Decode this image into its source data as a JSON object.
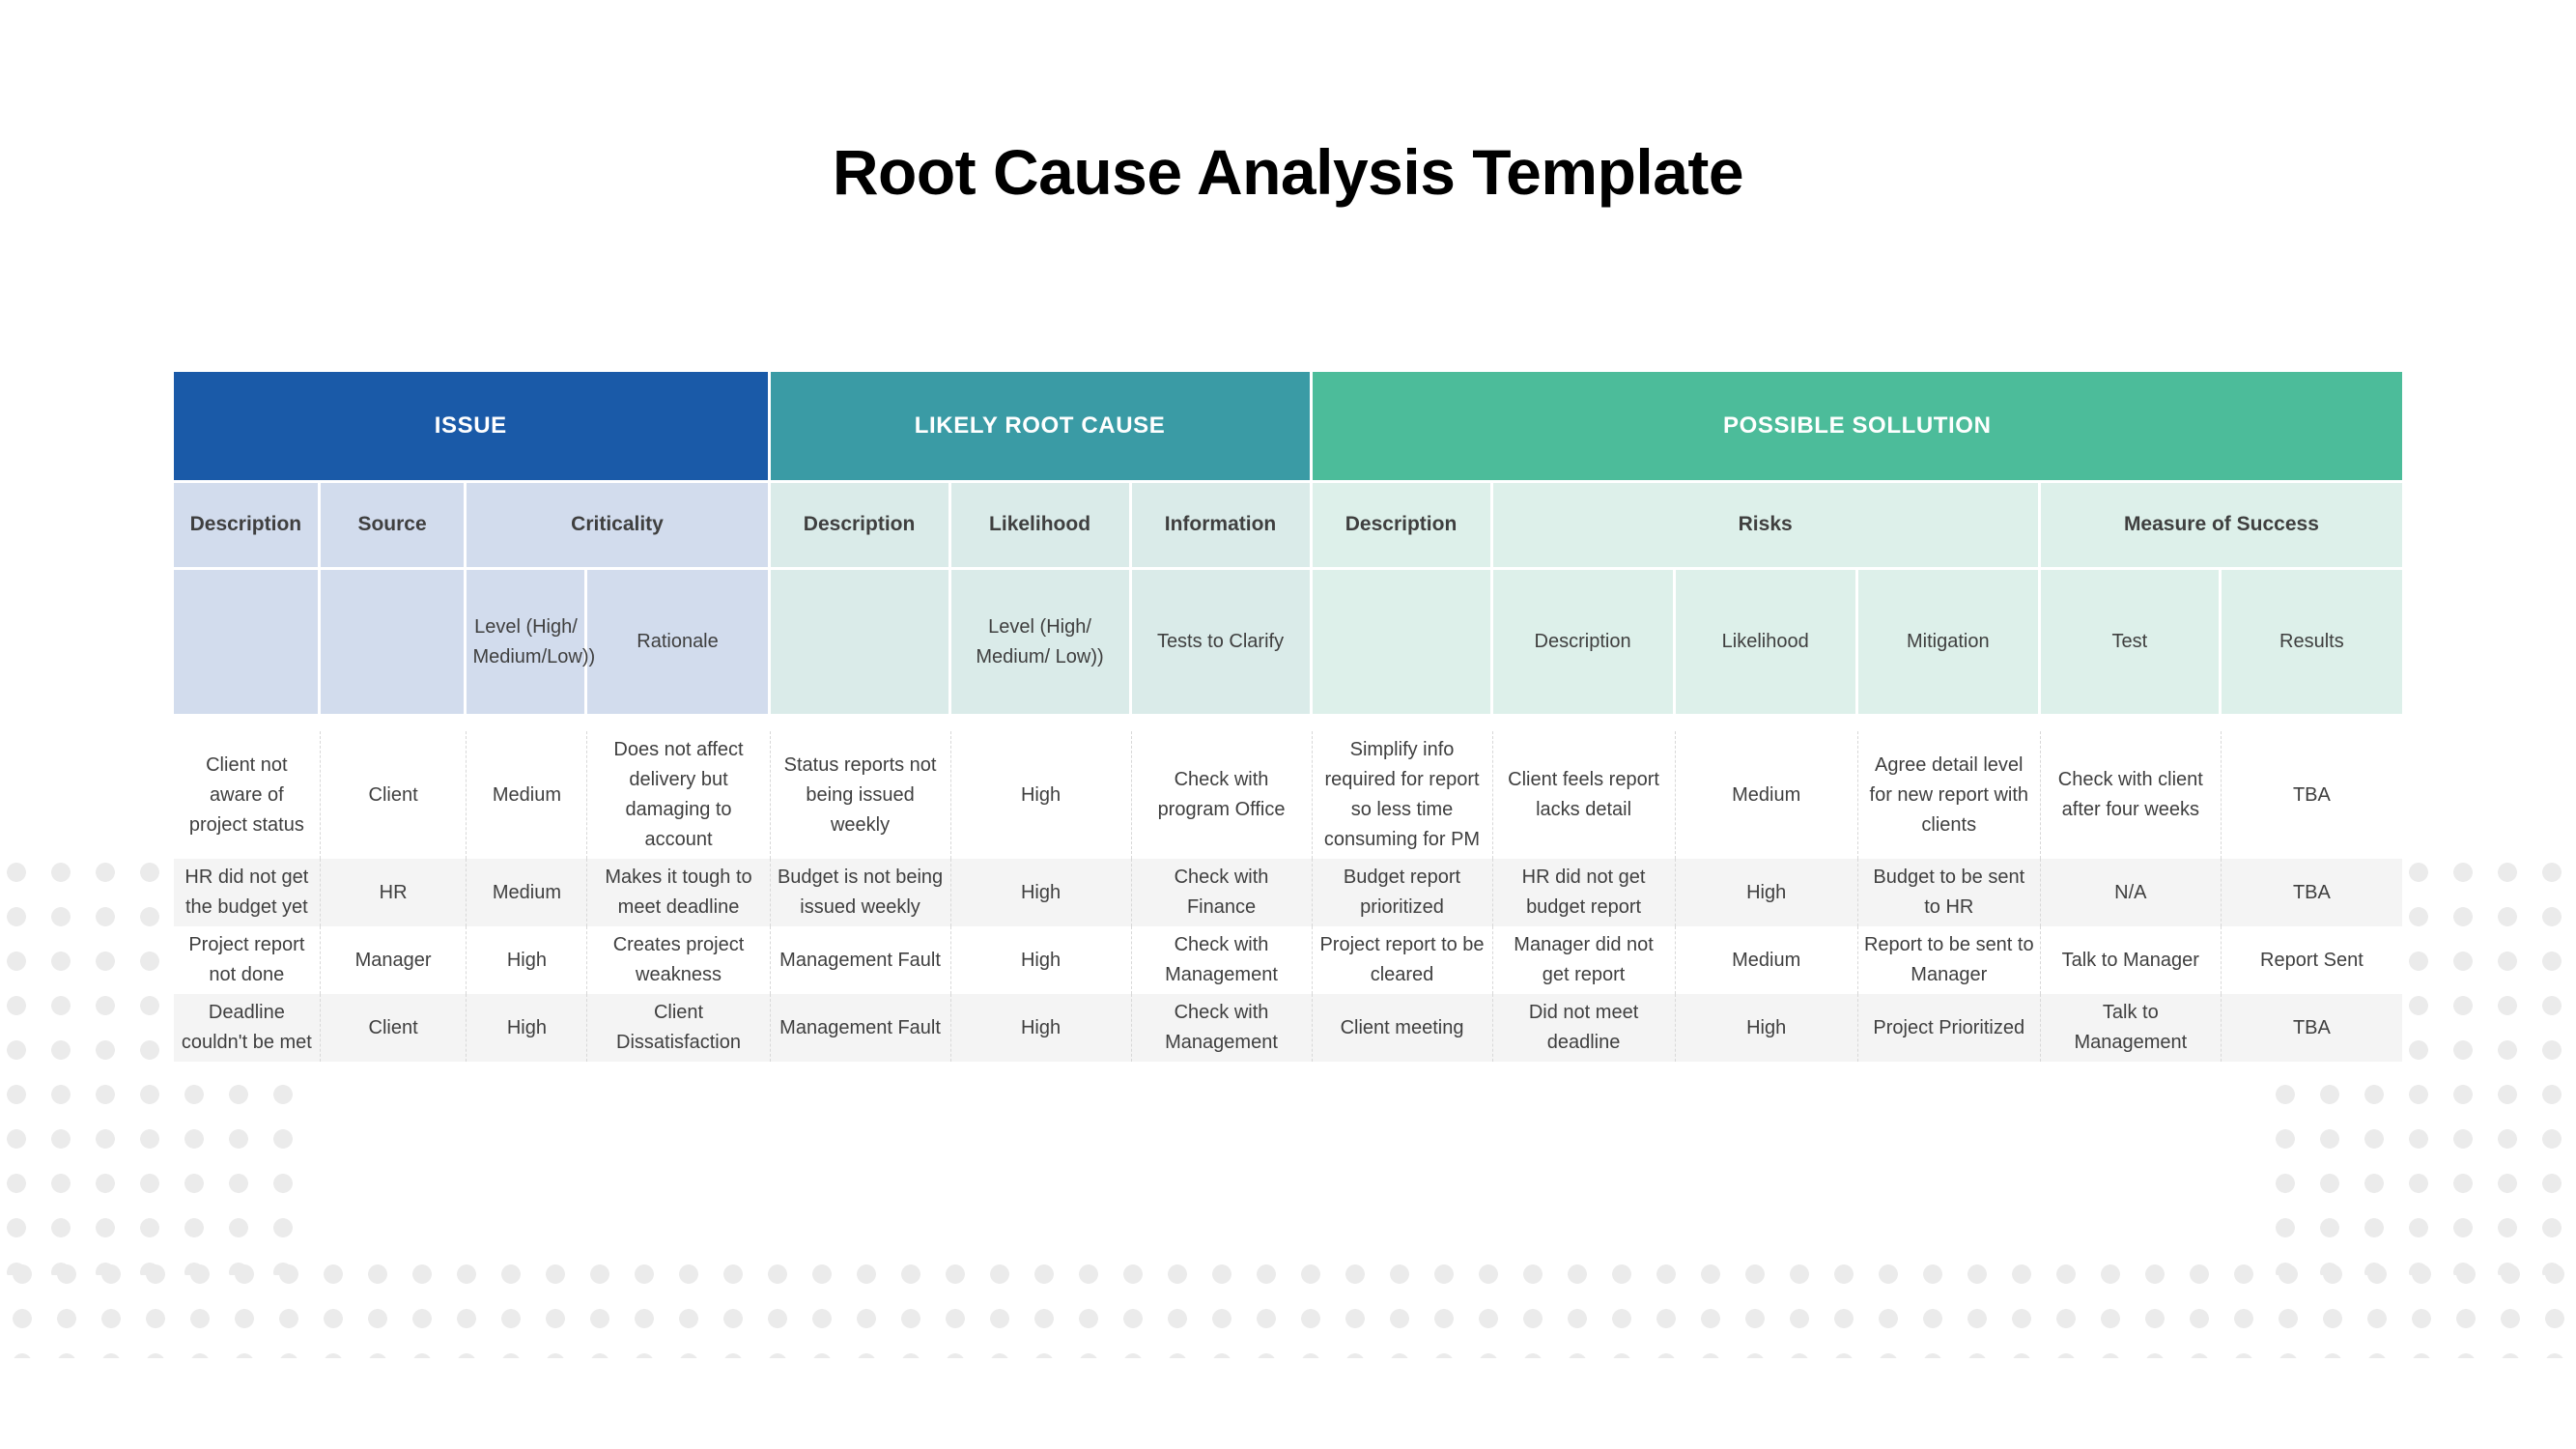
{
  "page": {
    "title": "Root Cause Analysis Template",
    "background_color": "#ffffff"
  },
  "colors": {
    "issue_band": "#1a5aa8",
    "cause_band": "#3a9ba5",
    "solution_band": "#4cbc9a",
    "issue_header": "#d2dced",
    "cause_header": "#daebe9",
    "solution_header": "#ddf0ea",
    "row_stripe": "#f4f4f4",
    "text": "#3f3f3f",
    "dots": "#ebebeb"
  },
  "table": {
    "band_row": [
      {
        "label": "ISSUE",
        "span": 4
      },
      {
        "label": "LIKELY ROOT CAUSE",
        "span": 3
      },
      {
        "label": "POSSIBLE SOLLUTION",
        "span": 6
      }
    ],
    "header_row_2": [
      {
        "label": "Description",
        "span": 1
      },
      {
        "label": "Source",
        "span": 1
      },
      {
        "label": "Criticality",
        "span": 2
      },
      {
        "label": "Description",
        "span": 1
      },
      {
        "label": "Likelihood",
        "span": 1
      },
      {
        "label": "Information",
        "span": 1
      },
      {
        "label": "Description",
        "span": 1
      },
      {
        "label": "Risks",
        "span": 3
      },
      {
        "label": "Measure of Success",
        "span": 2
      }
    ],
    "header_row_3": [
      {
        "label": ""
      },
      {
        "label": ""
      },
      {
        "label": "Level (High/ Medium/Low))"
      },
      {
        "label": "Rationale"
      },
      {
        "label": ""
      },
      {
        "label": "Level (High/ Medium/ Low))"
      },
      {
        "label": "Tests to Clarify"
      },
      {
        "label": ""
      },
      {
        "label": "Description"
      },
      {
        "label": "Likelihood"
      },
      {
        "label": "Mitigation"
      },
      {
        "label": "Test"
      },
      {
        "label": "Results"
      }
    ],
    "rows": [
      [
        "Client not aware of project status",
        "Client",
        "Medium",
        "Does not affect delivery but damaging to account",
        "Status reports not being issued weekly",
        "High",
        "Check with program Office",
        "Simplify info required for report so less time consuming for PM",
        "Client feels report lacks detail",
        "Medium",
        "Agree detail level for new report with clients",
        "Check with client after four weeks",
        "TBA"
      ],
      [
        "HR did not get the budget yet",
        "HR",
        "Medium",
        "Makes it tough to meet deadline",
        "Budget is not being issued weekly",
        "High",
        "Check with Finance",
        "Budget report prioritized",
        "HR did not get budget report",
        "High",
        "Budget to be sent to HR",
        "N/A",
        "TBA"
      ],
      [
        "Project report not done",
        "Manager",
        "High",
        "Creates project weakness",
        "Management Fault",
        "High",
        "Check with Management",
        "Project report to be cleared",
        "Manager did not get report",
        "Medium",
        "Report to be sent to Manager",
        "Talk to Manager",
        "Report Sent"
      ],
      [
        "Deadline couldn't be met",
        "Client",
        "High",
        "Client Dissatisfaction",
        "Management Fault",
        "High",
        "Check with Management",
        "Client meeting",
        "Did not meet deadline",
        "High",
        "Project Prioritized",
        "Talk to Management",
        "TBA"
      ]
    ]
  }
}
